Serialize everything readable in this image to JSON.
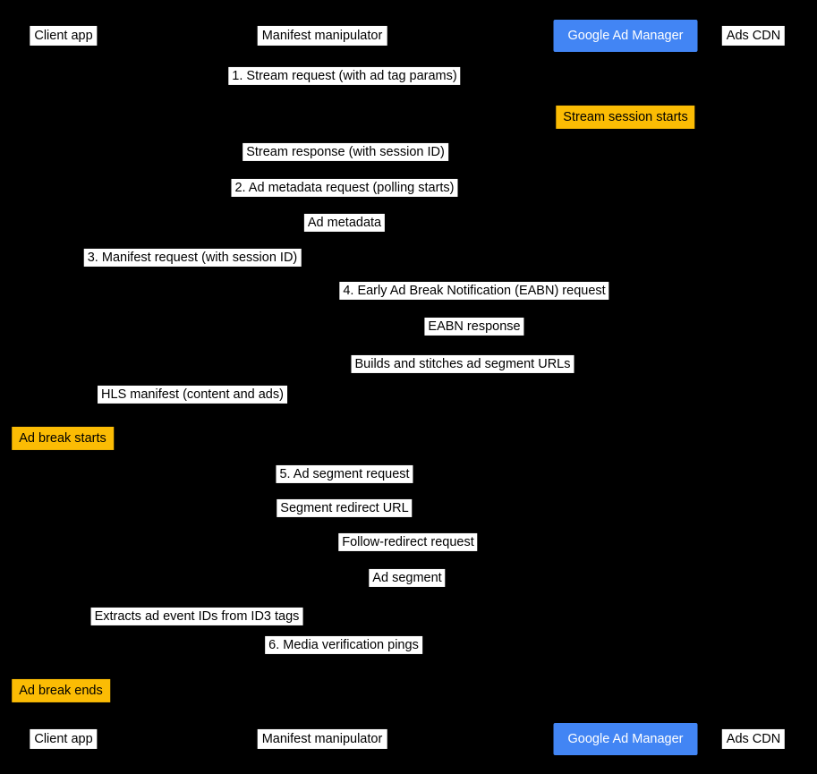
{
  "colors": {
    "background": "#000000",
    "message_background": "#ffffff",
    "message_text": "#000000",
    "primary_participant_background": "#4285f4",
    "primary_participant_text": "#ffffff",
    "note_background": "#fbbc04",
    "note_text": "#000000"
  },
  "participants": [
    {
      "label": "Client app"
    },
    {
      "label": "Manifest manipulator"
    },
    {
      "label": "Google Ad Manager"
    },
    {
      "label": "Ads CDN"
    }
  ],
  "notes": [
    {
      "label": "Stream session starts"
    },
    {
      "label": "Ad break starts"
    },
    {
      "label": "Ad break ends"
    }
  ],
  "messages": [
    {
      "label": "1. Stream request (with ad tag params)"
    },
    {
      "label": "Stream response (with session ID)"
    },
    {
      "label": "2. Ad metadata request (polling starts)"
    },
    {
      "label": "Ad metadata"
    },
    {
      "label": "3. Manifest request (with session ID)"
    },
    {
      "label": "4. Early Ad Break Notification (EABN) request"
    },
    {
      "label": "EABN response"
    },
    {
      "label": "Builds and stitches ad segment URLs"
    },
    {
      "label": "HLS manifest (content and ads)"
    },
    {
      "label": "5. Ad segment request"
    },
    {
      "label": "Segment redirect URL"
    },
    {
      "label": "Follow-redirect request"
    },
    {
      "label": "Ad segment"
    },
    {
      "label": "Extracts ad event IDs from ID3 tags"
    },
    {
      "label": "6. Media verification pings"
    }
  ]
}
